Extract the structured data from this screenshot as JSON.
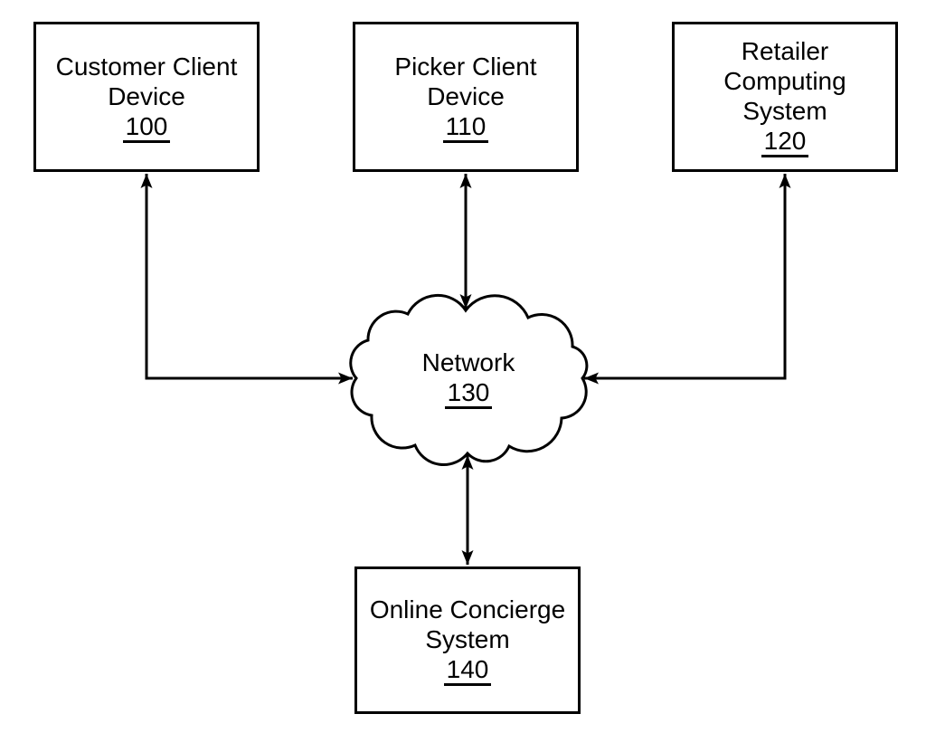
{
  "figure": {
    "type": "system-architecture-diagram",
    "colors": {
      "stroke": "#000000",
      "background": "#ffffff",
      "text": "#000000"
    },
    "nodes": {
      "customer": {
        "label": "Customer Client Device",
        "lines": [
          "Customer Client",
          "Device"
        ],
        "ref": "100"
      },
      "picker": {
        "label": "Picker Client Device",
        "lines": [
          "Picker Client",
          "Device"
        ],
        "ref": "110"
      },
      "retailer": {
        "label": "Retailer Computing System",
        "lines": [
          "Retailer",
          "Computing",
          "System"
        ],
        "ref": "120"
      },
      "network": {
        "label": "Network",
        "lines": [
          "Network"
        ],
        "ref": "130"
      },
      "concierge": {
        "label": "Online Concierge System",
        "lines": [
          "Online Concierge",
          "System"
        ],
        "ref": "140"
      }
    },
    "connections": [
      {
        "from": "customer",
        "to": "network",
        "bidirectional": true
      },
      {
        "from": "picker",
        "to": "network",
        "bidirectional": true
      },
      {
        "from": "retailer",
        "to": "network",
        "bidirectional": true
      },
      {
        "from": "concierge",
        "to": "network",
        "bidirectional": true
      }
    ]
  }
}
